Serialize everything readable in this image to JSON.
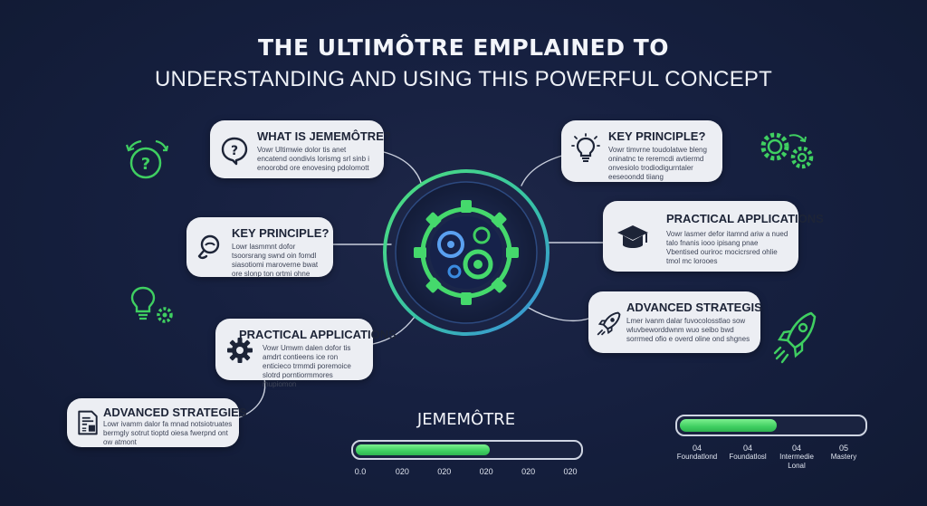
{
  "header": {
    "title_line1": "THE ULTIMÔTRE EMPLAINED TO",
    "title_line2": "UNDERSTANDING AND USING THIS POWERFUL CONCEPT"
  },
  "cards": [
    {
      "title": "WHAT IS JEMEMÔTRE?",
      "body": "Vowr Ultimwie dolor tis anet encatend oondivis lorismg srl sinb i enoorobd ore enovesing pdolomott",
      "icon": "question-bubble-icon"
    },
    {
      "title": "KEY PRINCIPLE?",
      "body": "Lowr lasmmnt dofor tsoorsrang swnd oin fomdl siasotiomi maroverne bwat ore slonp ton ortmi ohne",
      "icon": "magnifier-icon"
    },
    {
      "title": "PRACTICAL APPLICATIONS",
      "body": "Vowr Umwm dalen dofor tis amdrt contieens ice ron enticieco trmmdi poremoice slotrd porntiormmores mupiomon",
      "icon": "gear-icon"
    },
    {
      "title": "ADVANCED STRATEGIES",
      "body": "Lowr ivamm dalor fa mnad notsiotruates bermgly sotrut tioptd oiesa fwerpnd ont ow atmont",
      "icon": "document-chart-icon"
    },
    {
      "title": "KEY PRINCIPLE?",
      "body": "Vowr timvrne toudolatwe bleng oninatnc te reremcdi avtiermd onvesiolo trodiodigurntaler eeseoondd tiiang",
      "icon": "lightbulb-icon"
    },
    {
      "title": "PRACTICAL APPLICATIONS",
      "body": "Vowr lasmer defor itamnd ariw a nued talo fnanis iooo ipisang pnae Vbentised ouriroc mocicrsred ohlie tmol mc lorooes",
      "icon": "graduation-cap-icon"
    },
    {
      "title": "ADVANCED STRATEGIS",
      "body": "Lmer ivanm dalar fuvocolosstlao sow wluvbeworddwnm wuo seibo bwd sorrmed ofio e overd oline ond shgnes",
      "icon": "rocket-icon"
    }
  ],
  "progress": {
    "title": "JEMEMÔTRE",
    "value": 0.6,
    "ticks": [
      "0.0",
      "020",
      "020",
      "020",
      "020",
      "020"
    ]
  },
  "stages": {
    "value": 0.53,
    "items": [
      {
        "value": "04",
        "label": "Foundatlond"
      },
      {
        "value": "04",
        "label": "Foundatlosl"
      },
      {
        "value": "04",
        "label": "Intermedie Lonal"
      },
      {
        "value": "05",
        "label": "Mastery"
      }
    ]
  },
  "colors": {
    "background": "#162040",
    "accent_green": "#3fcf61",
    "accent_blue": "#3a8be0",
    "card": "#eceef3"
  }
}
